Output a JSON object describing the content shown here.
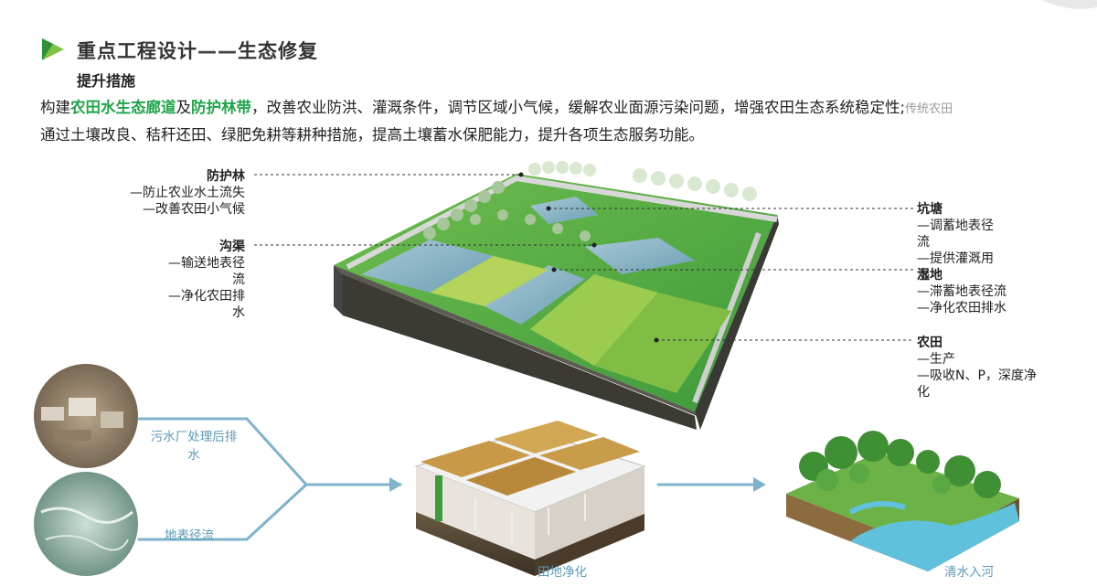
{
  "header": {
    "title_main": "重点工程设计",
    "title_dash": "——",
    "title_sub": "生态修复",
    "subheading": "提升措施"
  },
  "paragraph": {
    "line1_a": "构建",
    "line1_hl1": "农田水生态廊道",
    "line1_b": "及",
    "line1_hl2": "防护林带",
    "line1_c": "，改善农业防洪、灌溉条件，调节区域小气候，缓解农业面源污染问题，增强农田生态系统稳定性;",
    "line1_fade": "传统农田",
    "line2": "通过土壤改良、秸秆还田、绿肥免耕等耕种措施，提高土壤蓄水保肥能力，提升各项生态服务功能。"
  },
  "callouts": {
    "shelterbelt": {
      "title": "防护林",
      "l1": "—防止农业水土流失",
      "l2": "—改善农田小气候"
    },
    "ditch": {
      "title": "沟渠",
      "l1": "—输送地表径",
      "l2": "流",
      "l3": "—净化农田排",
      "l4": "水"
    },
    "pond": {
      "title": "坑塘",
      "l1": "—调蓄地表径",
      "l2": "流",
      "l3": "—提供灌溉用",
      "l4": "水"
    },
    "wetland": {
      "title": "湿地",
      "l1": "—滞蓄地表径流",
      "l2": "—净化农田排水"
    },
    "farmland": {
      "title": "农田",
      "l1": "—生产",
      "l2": "—吸收N、P，深度净",
      "l3": "化"
    }
  },
  "flow": {
    "source1": "污水厂处理后排",
    "source1b": "水",
    "source2": "地表径流",
    "middle": "田地净化",
    "end": "清水入河"
  },
  "colors": {
    "accent_green": "#1fa54a",
    "flow_blue": "#7fb3cc",
    "label_blue": "#5b9ab6"
  }
}
